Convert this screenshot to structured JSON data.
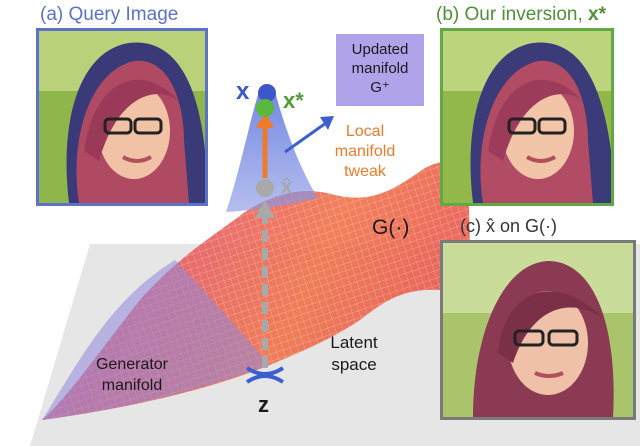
{
  "panels": {
    "query": {
      "label": "(a) Query Image",
      "color": "#5b72c6"
    },
    "inversion": {
      "label": "(b) Our inversion, ",
      "symbol": "x*",
      "color": "#62a844"
    },
    "projection": {
      "label": "(c) x̂ on G(·)",
      "color": "#7a7a7a"
    }
  },
  "diagram": {
    "updated_manifold_line1": "Updated",
    "updated_manifold_line2": "manifold",
    "updated_manifold_symbol": "G⁺",
    "x_label": "x",
    "x_star_label": "x*",
    "x_hat_label": "x̂",
    "local_tweak_line1": "Local",
    "local_tweak_line2": "manifold",
    "local_tweak_line3": "tweak",
    "generator_symbol": "G(·)",
    "latent_space_line1": "Latent",
    "latent_space_line2": "space",
    "generator_manifold_line1": "Generator",
    "generator_manifold_line2": "manifold",
    "z_label": "z"
  },
  "colors": {
    "blue": "#4a64d0",
    "green": "#58b93c",
    "orange": "#ee7a2a",
    "gray": "#a6a6a6",
    "purple_box": "#b0a3ea",
    "manifold_red": "#e8504a"
  }
}
